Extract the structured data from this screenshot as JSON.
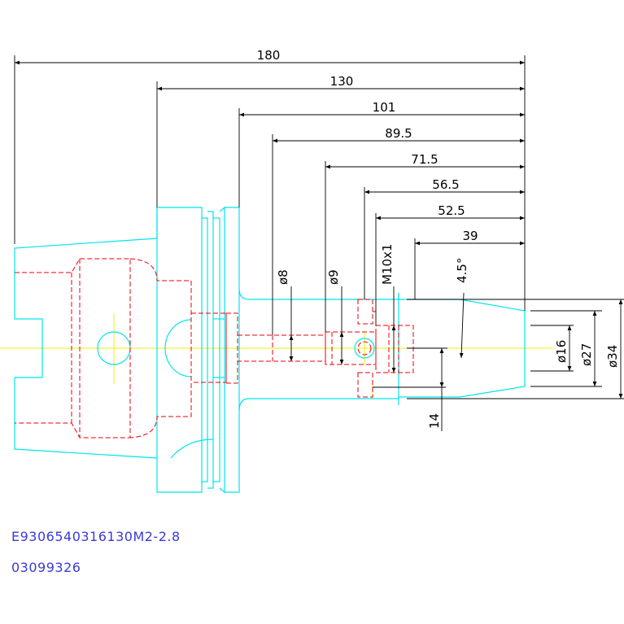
{
  "dimensions": {
    "length_180": "180",
    "length_130": "130",
    "length_101": "101",
    "length_89_5": "89.5",
    "length_71_5": "71.5",
    "length_56_5": "56.5",
    "length_52_5": "52.5",
    "length_39": "39",
    "dia_8": "ø8",
    "dia_9": "ø9",
    "thread": "M10x1",
    "angle": "4.5°",
    "dia_16": "ø16",
    "dia_27": "ø27",
    "dia_34": "ø34",
    "offset_14": "14"
  },
  "codes": {
    "part_number": "E9306540316130M2-2.8",
    "order_number": "03099326"
  },
  "colors": {
    "outline": "#00e5ee",
    "hidden": "#e8000a",
    "centerline": "#f0f000",
    "dimension": "#000000",
    "code_text": "#3a3ad8"
  }
}
